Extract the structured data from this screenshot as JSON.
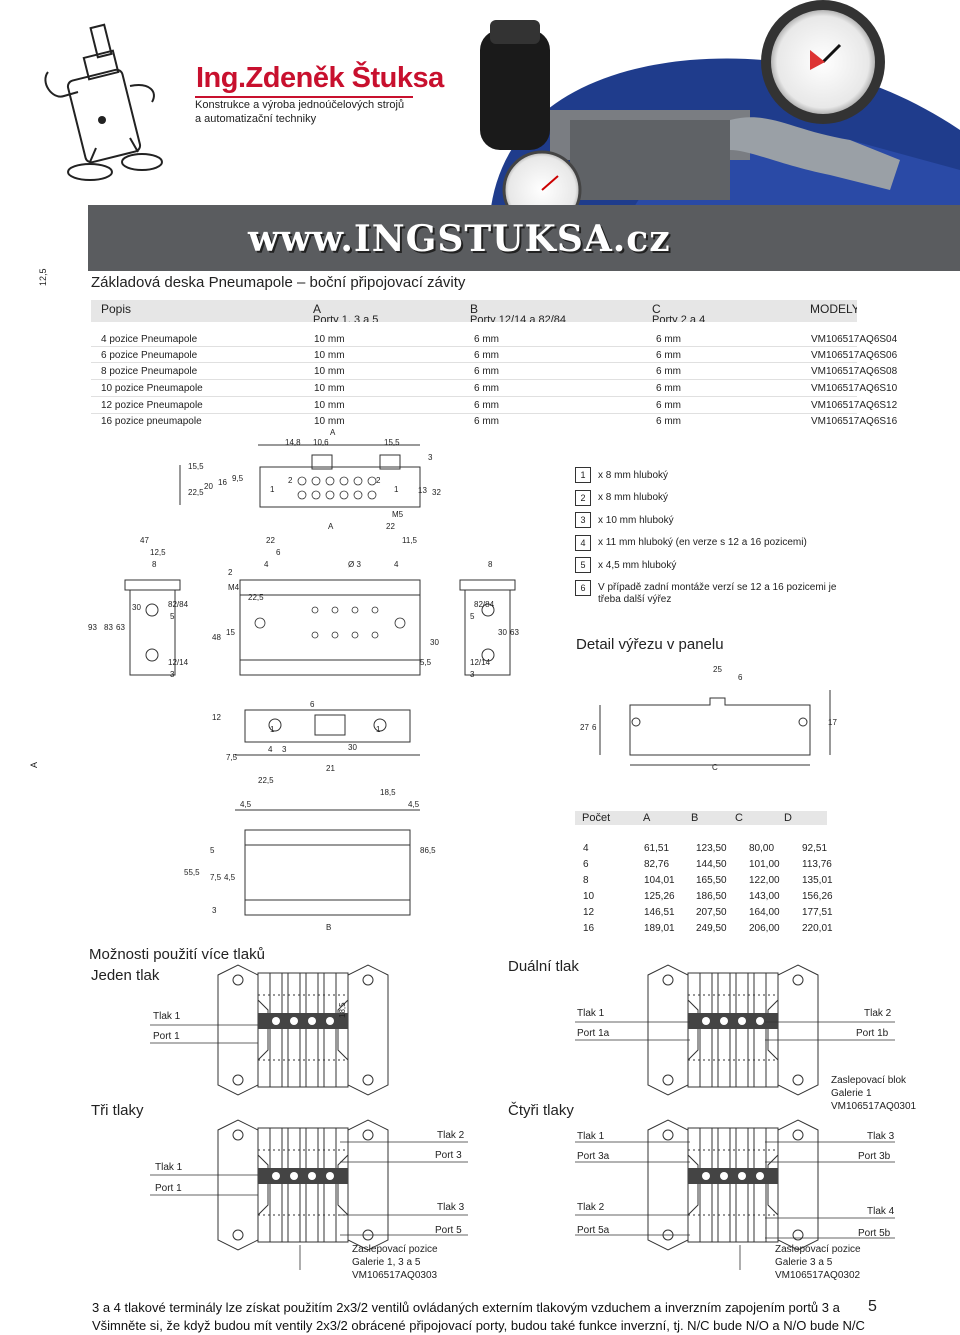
{
  "header": {
    "company_name": "Ing.Zdeněk Štuksa",
    "subtitle_line1": "Konstrukce a výroba jednoúčelových strojů",
    "subtitle_line2": "a automatizační techniky",
    "website": "www.INGSTUKSA.cz",
    "brand_color": "#c8102e"
  },
  "page": {
    "side_mark_top": "12,5",
    "side_mark_mid": "A",
    "title": "Základová deska Pneumapole – boční připojovací závity"
  },
  "models_table": {
    "headers": {
      "popis": "Popis",
      "a": "A",
      "a_sub": "Porty 1, 3 a 5",
      "b": "B",
      "b_sub": "Porty 12/14 a 82/84",
      "c": "C",
      "c_sub": "Porty 2 a 4",
      "models": "MODELY"
    },
    "rows": [
      {
        "popis": "4 pozice Pneumapole",
        "a": "10 mm",
        "b": "6 mm",
        "c": "6 mm",
        "model": "VM106517AQ6S04"
      },
      {
        "popis": "6 pozice Pneumapole",
        "a": "10 mm",
        "b": "6 mm",
        "c": "6 mm",
        "model": "VM106517AQ6S06"
      },
      {
        "popis": "8 pozice Pneumapole",
        "a": "10 mm",
        "b": "6 mm",
        "c": "6 mm",
        "model": "VM106517AQ6S08"
      },
      {
        "popis": "10 pozice Pneumapole",
        "a": "10 mm",
        "b": "6 mm",
        "c": "6 mm",
        "model": "VM106517AQ6S10"
      },
      {
        "popis": "12 pozice Pneumapole",
        "a": "10 mm",
        "b": "6 mm",
        "c": "6 mm",
        "model": "VM106517AQ6S12"
      },
      {
        "popis": "16 pozice pneumapole",
        "a": "10 mm",
        "b": "6 mm",
        "c": "6 mm",
        "model": "VM106517AQ6S16"
      }
    ]
  },
  "legend": [
    {
      "num": "1",
      "text": "x 8 mm hluboký"
    },
    {
      "num": "2",
      "text": "x 8 mm hluboký"
    },
    {
      "num": "3",
      "text": "x 10 mm hluboký"
    },
    {
      "num": "4",
      "text": "x 11 mm hluboký (en verze s 12 a 16 pozicemi)"
    },
    {
      "num": "5",
      "text": "x 4,5 mm hluboký"
    },
    {
      "num": "6",
      "text": "V případě zadní montáže verzí se 12 a 16 pozicemi je",
      "text2": "třeba další výřez"
    }
  ],
  "panel_detail_title": "Detail výřezu v panelu",
  "drawing_labels": {
    "top": [
      "14,8",
      "10,6",
      "15,5",
      "A",
      "3",
      "22,5",
      "20",
      "16",
      "9,5",
      "15,5",
      "13",
      "32",
      "1",
      "2",
      "2",
      "1"
    ],
    "front": [
      "47",
      "12,5",
      "8",
      "22",
      "6",
      "4",
      "Ø 3",
      "4",
      "A",
      "22",
      "M5",
      "11,5",
      "8",
      "93",
      "83",
      "63",
      "30",
      "48",
      "15",
      "M4",
      "2",
      "22,5",
      "30",
      "5,5",
      "82/84",
      "5",
      "12/14",
      "3",
      "82/84",
      "5",
      "12/14",
      "3",
      "30",
      "63"
    ],
    "panel": [
      "25",
      "6",
      "27",
      "6",
      "17",
      "C"
    ],
    "side": [
      "12",
      "6",
      "30",
      "7,5",
      "4",
      "3",
      "21",
      "1",
      "1"
    ],
    "bottom": [
      "22,5",
      "18,5",
      "4,5",
      "4,5",
      "55,5",
      "7,5",
      "4,5",
      "5",
      "3",
      "86,5",
      "B"
    ]
  },
  "dims_table": {
    "headers": [
      "Počet",
      "A",
      "B",
      "C",
      "D"
    ],
    "rows": [
      [
        "4",
        "61,51",
        "123,50",
        "80,00",
        "92,51"
      ],
      [
        "6",
        "82,76",
        "144,50",
        "101,00",
        "113,76"
      ],
      [
        "8",
        "104,01",
        "165,50",
        "122,00",
        "135,01"
      ],
      [
        "10",
        "125,26",
        "186,50",
        "143,00",
        "156,26"
      ],
      [
        "12",
        "146,51",
        "207,50",
        "164,00",
        "177,51"
      ],
      [
        "16",
        "189,01",
        "249,50",
        "206,00",
        "220,01"
      ]
    ]
  },
  "pressure": {
    "title": "Možnosti použití více tlaků",
    "single": {
      "title": "Jeden tlak",
      "tlak1": "Tlak 1",
      "port1": "Port 1",
      "dim": "18,5"
    },
    "dual": {
      "title": "Duální tlak",
      "tlak1": "Tlak 1",
      "port1a": "Port 1a",
      "tlak2": "Tlak 2",
      "port1b": "Port 1b",
      "block_l1": "Zaslepovací blok",
      "block_l2": "Galerie 1",
      "block_l3": "VM106517AQ0301"
    },
    "three": {
      "title": "Tři tlaky",
      "tlak1": "Tlak 1",
      "port1": "Port 1",
      "tlak2": "Tlak 2",
      "port3": "Port 3",
      "tlak3": "Tlak 3",
      "port5": "Port 5",
      "pos_l1": "Zaslepovací pozice",
      "pos_l2": "Galerie 1, 3 a 5",
      "pos_l3": "VM106517AQ0303"
    },
    "four": {
      "title": "Čtyři tlaky",
      "tlak1": "Tlak 1",
      "port3a": "Port 3a",
      "tlak3": "Tlak 3",
      "port3b": "Port 3b",
      "tlak2": "Tlak 2",
      "port5a": "Port 5a",
      "tlak4": "Tlak 4",
      "port5b": "Port 5b",
      "pos_l1": "Zaslepovací pozice",
      "pos_l2": "Galerie 3 a 5",
      "pos_l3": "VM106517AQ0302"
    }
  },
  "footer": {
    "line1": "3 a 4 tlakové terminály lze získat použitím 2x3/2 ventilů ovládaných externím tlakovým vzduchem a inverzním zapojením portů 3 a",
    "line2": "Všimněte si, že když budou mít ventily 2x3/2 obrácené připojovací porty, budou také funkce inverzní, tj. N/C bude N/O a N/O bude N/C",
    "page_number": "5"
  }
}
